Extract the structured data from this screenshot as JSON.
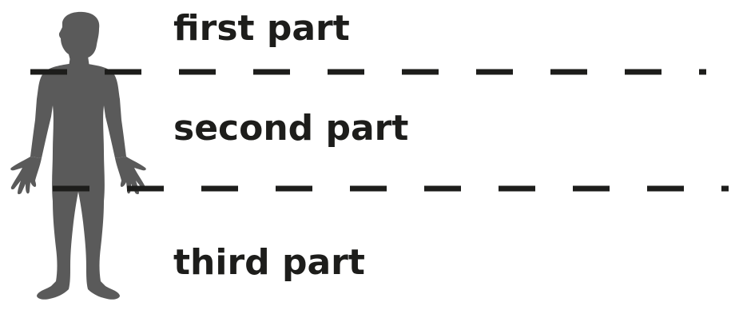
{
  "figure": {
    "icon": "human-silhouette-icon",
    "colors": {
      "silhouette": "#5a5a5a",
      "divider": "#1d1d1b",
      "text": "#1d1d1b",
      "background": "#ffffff"
    }
  },
  "parts": [
    {
      "label": "first part"
    },
    {
      "label": "second part"
    },
    {
      "label": "third part"
    }
  ]
}
